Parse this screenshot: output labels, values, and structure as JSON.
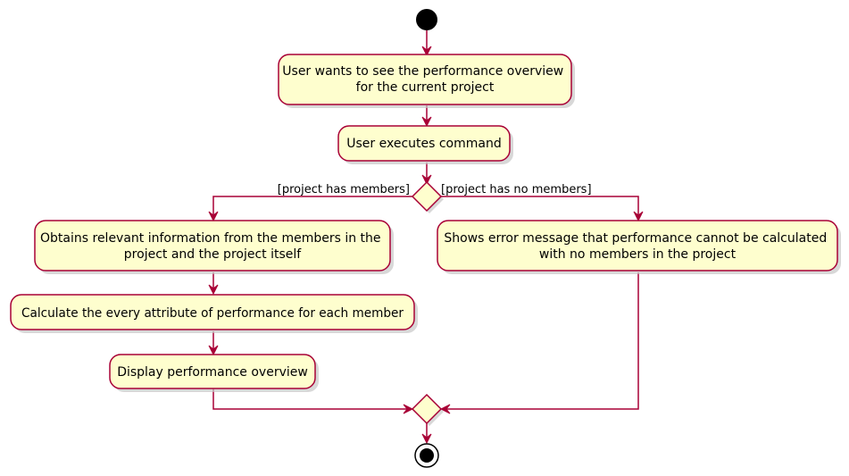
{
  "colors": {
    "node_fill": "#fefece",
    "node_border": "#a80036",
    "edge": "#a80036",
    "start_end": "#000000",
    "text": "#000000"
  },
  "activities": {
    "see_overview": [
      "User wants to see the performance overview",
      "for the current project"
    ],
    "execute_command": [
      "User executes command"
    ],
    "obtain_info": [
      "Obtains relevant information from the members in the",
      "project and the project itself"
    ],
    "calculate_attributes": [
      "Calculate the every attribute of performance for each member"
    ],
    "display_overview": [
      "Display performance overview"
    ],
    "show_error": [
      "Shows error message that performance cannot be  calculated",
      "with no members in the project"
    ]
  },
  "guards": {
    "has_members": "[project has members]",
    "no_members": "[project has no members]"
  }
}
